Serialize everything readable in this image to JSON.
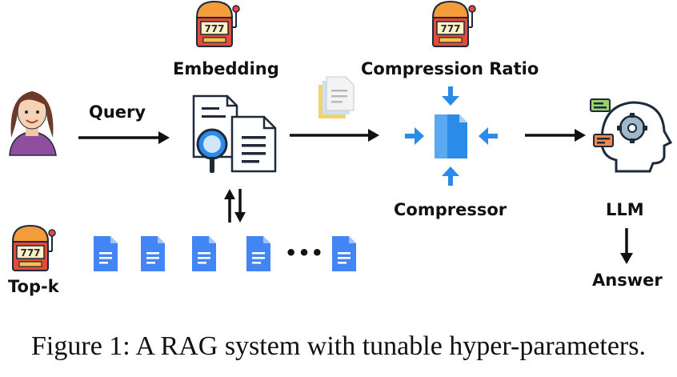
{
  "diagram": {
    "labels": {
      "embedding": "Embedding",
      "compression_ratio": "Compression Ratio",
      "query": "Query",
      "compressor": "Compressor",
      "llm": "LLM",
      "answer": "Answer",
      "top_k": "Top-k",
      "ellipsis": "•••",
      "slot_digits": "777"
    },
    "icons": {
      "user": "woman-avatar-icon",
      "tuner": "slot-machine-icon",
      "retriever": "document-search-icon",
      "context": "stacked-pages-icon",
      "compressor": "compress-arrows-icon",
      "llm": "head-gear-icon",
      "document": "google-doc-icon"
    },
    "colors": {
      "doc_blue": "#4285f4",
      "doc_fold": "#a1c2fa",
      "arrow_blue": "#2a8be8",
      "slot_orange": "#f29d3a",
      "slot_red": "#e24a3b",
      "stroke": "#1e2a3a"
    }
  },
  "caption": "Figure 1: A RAG system with tunable hyper-parameters."
}
